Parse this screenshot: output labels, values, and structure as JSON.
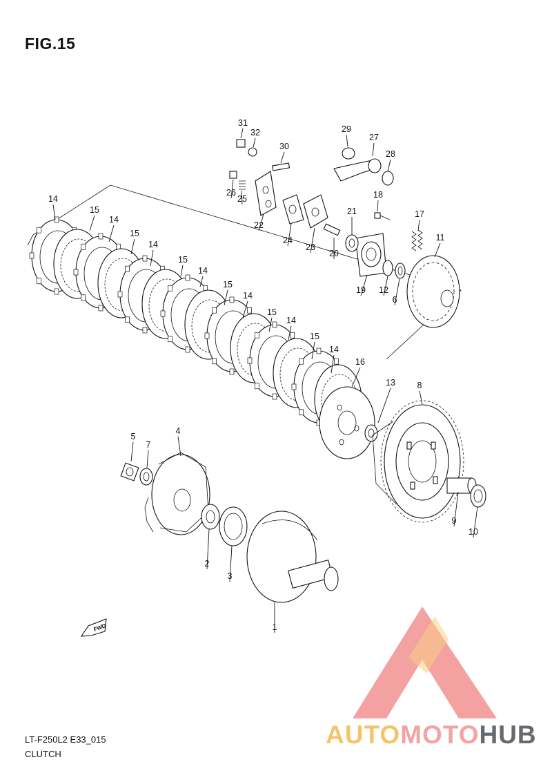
{
  "figure": {
    "title": "FIG.15",
    "model_code": "LT-F250L2 E33_015",
    "section": "CLUTCH",
    "fwd_label": "FWD"
  },
  "watermark": {
    "part1": "AUTO",
    "part2": "MOTO",
    "part3": "HUB",
    "colors": {
      "auto": "#f5c46a",
      "moto": "#f4a3a3",
      "hub": "#666a6e",
      "logo": "#f28a8a"
    }
  },
  "callouts": [
    "1",
    "2",
    "3",
    "4",
    "5",
    "6",
    "7",
    "8",
    "9",
    "10",
    "11",
    "12",
    "13",
    "14",
    "14",
    "14",
    "14",
    "14",
    "14",
    "14",
    "15",
    "15",
    "15",
    "15",
    "15",
    "15",
    "16",
    "17",
    "18",
    "19",
    "20",
    "21",
    "22",
    "23",
    "24",
    "25",
    "26",
    "27",
    "28",
    "29",
    "30",
    "31",
    "32"
  ]
}
